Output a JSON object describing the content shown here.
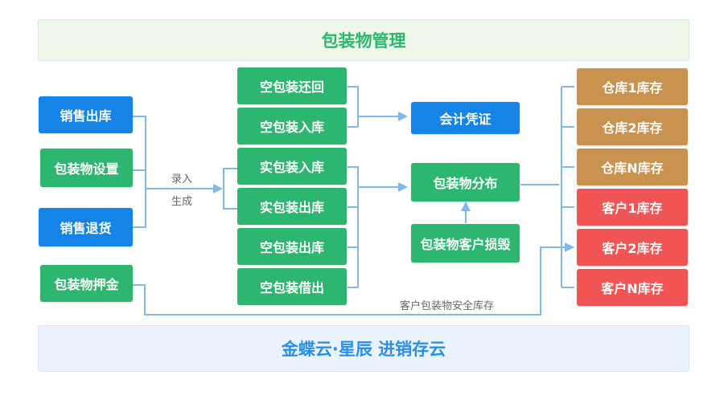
{
  "header": {
    "title": "包装物管理"
  },
  "footer": {
    "title": "金蝶云·星辰 进销存云"
  },
  "sources": {
    "sales_out": "销售出库",
    "packaging_settings": "包装物设置",
    "sales_return": "销售退货",
    "packaging_deposit": "包装物押金"
  },
  "edge_labels": {
    "entry": "录入",
    "generate": "生成",
    "customer_safety_stock": "客户包装物安全库存"
  },
  "operations": [
    "空包装还回",
    "空包装入库",
    "实包装入库",
    "实包装出库",
    "空包装出库",
    "空包装借出"
  ],
  "outputs": {
    "voucher": "会计凭证",
    "distribution": "包装物分布",
    "customer_damage": "包装物客户损毁"
  },
  "inventories": [
    "仓库1库存",
    "仓库2库存",
    "仓库N库存",
    "客户1库存",
    "客户2库存",
    "客户N库存"
  ],
  "colors": {
    "blue": "#1683e6",
    "green": "#2cb66f",
    "brown": "#c9924f",
    "red": "#f15454",
    "connector": "#7fb8ea"
  }
}
